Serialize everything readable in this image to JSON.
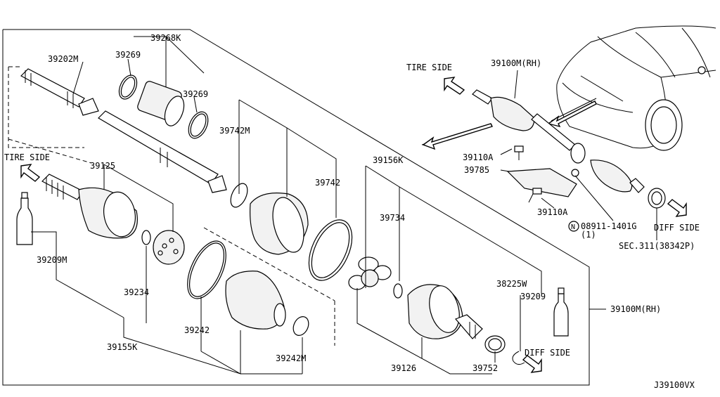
{
  "diagram": {
    "code": "J39100VX",
    "direction_labels": {
      "tire_side_left": "TIRE SIDE",
      "tire_side_top": "TIRE SIDE",
      "diff_side_right": "DIFF SIDE",
      "diff_side_bottom": "DIFF SIDE"
    },
    "parts": {
      "p39202m": "39202M",
      "p39269a": "39269",
      "p39268k": "39268K",
      "p39269b": "39269",
      "p39742m": "39742M",
      "p39742": "39742",
      "p39125": "39125",
      "p39209m": "39209M",
      "p39234": "39234",
      "p39155k": "39155K",
      "p39242": "39242",
      "p39242m": "39242M",
      "p39156k": "39156K",
      "p39734": "39734",
      "p38225w": "38225W",
      "p39209": "39209",
      "p39100m_rh_main": "39100M(RH)",
      "p39126": "39126",
      "p39752": "39752",
      "p39100m_rh_top": "39100M(RH)",
      "p39110a_top": "39110A",
      "p39785": "39785",
      "p39110a_bottom": "39110A",
      "p08911": "08911-1401G",
      "p08911_qty": "(1)",
      "bolt_symbol": "N",
      "sec311": "SEC.311(38342P)"
    }
  }
}
